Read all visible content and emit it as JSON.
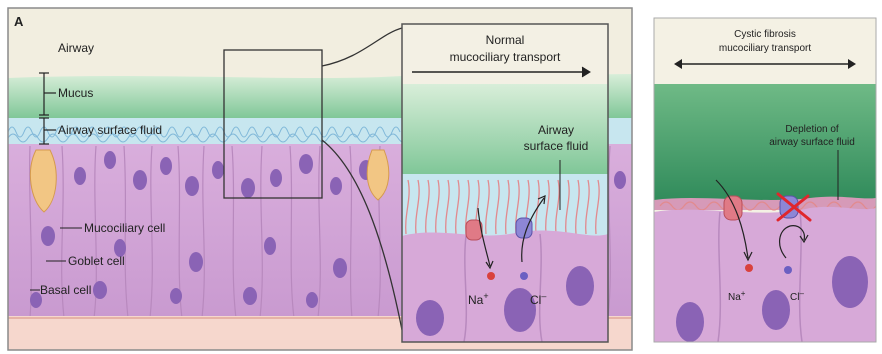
{
  "panel_a": {
    "letter": "A",
    "labels": {
      "airway": "Airway",
      "mucus": "Mucus",
      "asf": "Airway surface fluid",
      "mucociliary": "Mucociliary cell",
      "goblet": "Goblet cell",
      "basal": "Basal cell"
    },
    "inset": {
      "title_line1": "Normal",
      "title_line2": "mucociliary transport",
      "asf_line1": "Airway",
      "asf_line2": "surface fluid",
      "na": "Na",
      "na_sup": "+",
      "cl": "Cl",
      "cl_sup": "–"
    }
  },
  "panel_b": {
    "title_line1": "Cystic fibrosis",
    "title_line2": "mucociliary transport",
    "depletion_line1": "Depletion of",
    "depletion_line2": "airway surface fluid",
    "na": "Na",
    "na_sup": "+",
    "cl": "Cl",
    "cl_sup": "–"
  },
  "colors": {
    "mucus": "#8fd0a0",
    "surface_fluid": "#bfe3ef",
    "cells": "#d7a9d8",
    "nucleus": "#8a63b5",
    "airway": "#f2eee0",
    "basement": "#f3d2c8",
    "channel_na": "#e07a86",
    "channel_cl": "#8d86d6",
    "block_x": "#e0262c"
  }
}
